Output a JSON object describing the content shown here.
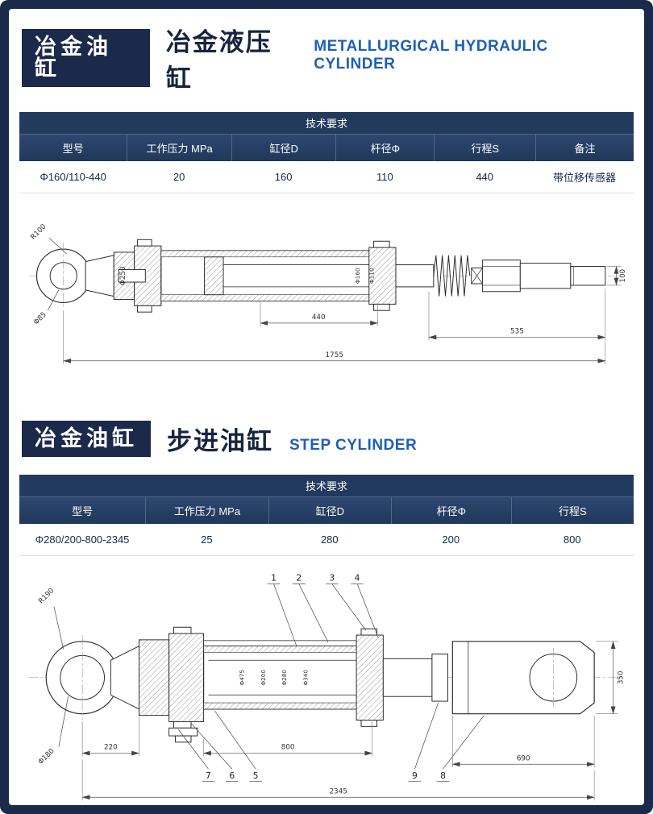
{
  "sections": [
    {
      "badge": "冶金油缸",
      "title_cn": "冶金液压缸",
      "title_en": "METALLURGICAL HYDRAULIC CYLINDER",
      "table": {
        "title": "技术要求",
        "columns": [
          "型号",
          "工作压力 MPa",
          "缸径D",
          "杆径Φ",
          "行程S",
          "备注"
        ],
        "row": [
          "Φ160/110-440",
          "20",
          "160",
          "110",
          "440",
          "带位移传感器"
        ]
      },
      "dims": {
        "r100": "R100",
        "d250": "Φ250",
        "d85": "Φ85",
        "d160": "Φ160",
        "d110": "Φ110",
        "stroke": "440",
        "rod_len": "535",
        "total": "1755",
        "tip": "100"
      }
    },
    {
      "badge": "冶金油缸",
      "title_cn": "步进油缸",
      "title_en": "STEP CYLINDER",
      "table": {
        "title": "技术要求",
        "columns": [
          "型号",
          "工作压力 MPa",
          "缸径D",
          "杆径Φ",
          "行程S"
        ],
        "row": [
          "Φ280/200-800-2345",
          "25",
          "280",
          "200",
          "800"
        ]
      },
      "dims": {
        "r190": "R190",
        "d180": "Φ180",
        "d475": "Φ475",
        "d200": "Φ200",
        "d280": "Φ280",
        "d340": "Φ340",
        "pin": "220",
        "stroke": "800",
        "block": "690",
        "total": "2345",
        "height": "350"
      },
      "parts": [
        "1",
        "2",
        "3",
        "4",
        "5",
        "6",
        "7",
        "8",
        "9"
      ]
    }
  ]
}
